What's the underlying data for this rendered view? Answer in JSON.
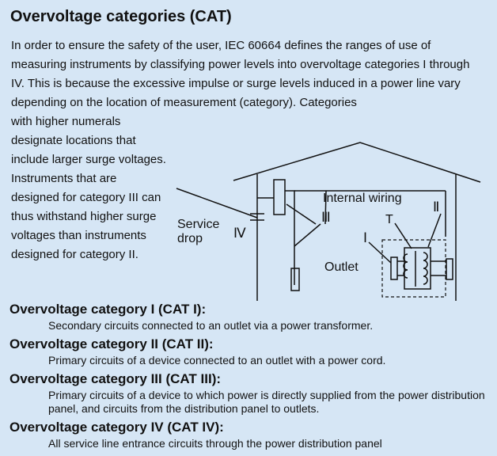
{
  "title": "Overvoltage categories (CAT)",
  "intro": "In order to ensure the safety of the user, IEC 60664 defines the ranges of use of measuring instruments by classifying power levels into overvoltage categories I through IV.  This is because the excessive impulse or surge levels induced in a power line vary depending on the location of measurement (category).  Categories",
  "sidetext": "with higher numerals designate locations that include larger surge voltages.  Instruments that are designed for category III can thus withstand higher surge voltages than instruments designed for category II.",
  "diagram": {
    "service_line1": "Service",
    "service_line2": "drop",
    "internal_wiring": "Internal wiring",
    "outlet": "Outlet",
    "t_label": "T",
    "roman_i": "Ⅰ",
    "roman_ii": "Ⅱ",
    "roman_iii": "Ⅲ",
    "roman_iv": "Ⅳ"
  },
  "categories": [
    {
      "heading": "Overvoltage category I (CAT I):",
      "description": "Secondary circuits connected to an outlet via a power transformer."
    },
    {
      "heading": "Overvoltage category II (CAT II):",
      "description": "Primary circuits of a device connected to an outlet with a power cord."
    },
    {
      "heading": "Overvoltage category III (CAT III):",
      "description": "Primary circuits of a device to which power is directly supplied from the power distribution panel, and circuits from the distribution panel to outlets."
    },
    {
      "heading": "Overvoltage category IV (CAT IV):",
      "description": "All service line entrance circuits through the power distribution panel"
    }
  ]
}
